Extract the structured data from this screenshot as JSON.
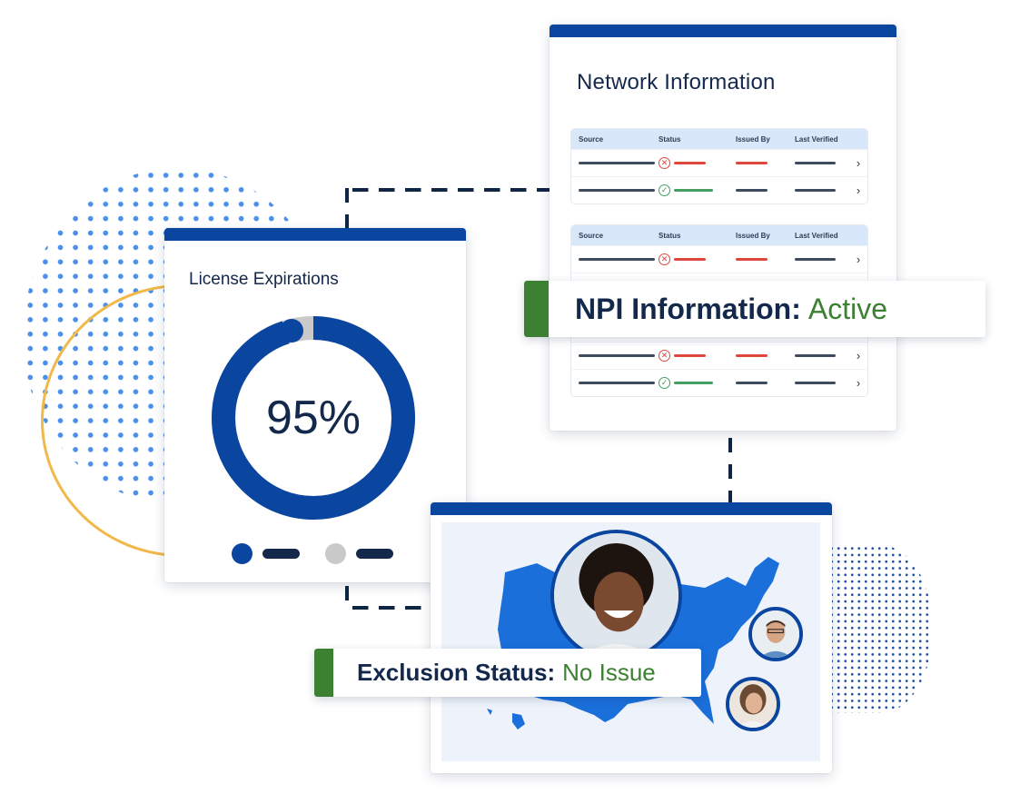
{
  "network_card": {
    "title": "Network Information",
    "tables": [
      {
        "columns": [
          "Source",
          "Status",
          "Issued By",
          "Last Verified"
        ],
        "rows": [
          {
            "status": "error",
            "issued_by_color": "red"
          },
          {
            "status": "ok",
            "issued_by_color": "gray"
          }
        ]
      },
      {
        "columns": [
          "Source",
          "Status",
          "Issued By",
          "Last Verified"
        ],
        "rows": [
          {
            "status": "error",
            "issued_by_color": "red"
          },
          {
            "status": "error",
            "issued_by_color": "red"
          },
          {
            "status": "ok",
            "issued_by_color": "gray"
          }
        ]
      }
    ],
    "row_chevron": "›",
    "icons": {
      "error": "✕",
      "ok": "✓"
    }
  },
  "npi_status": {
    "label": "NPI Information:",
    "value": "Active"
  },
  "license_card": {
    "title": "License Expirations",
    "percent_label": "95%",
    "percent": 95,
    "legend": [
      {
        "color": "#0a45a0"
      },
      {
        "color": "#c9c9c9"
      }
    ]
  },
  "exclusion_status": {
    "label": "Exclusion Status:",
    "value": "No Issue"
  },
  "map_card": {
    "avatars": [
      "provider-large",
      "provider-small-1",
      "provider-small-2"
    ]
  },
  "colors": {
    "brand_blue": "#0a45a0",
    "success_green": "#3c8032",
    "error_red": "#e0473c",
    "accent_gold": "#f0b94a",
    "dot_blue": "#4a90ea"
  }
}
